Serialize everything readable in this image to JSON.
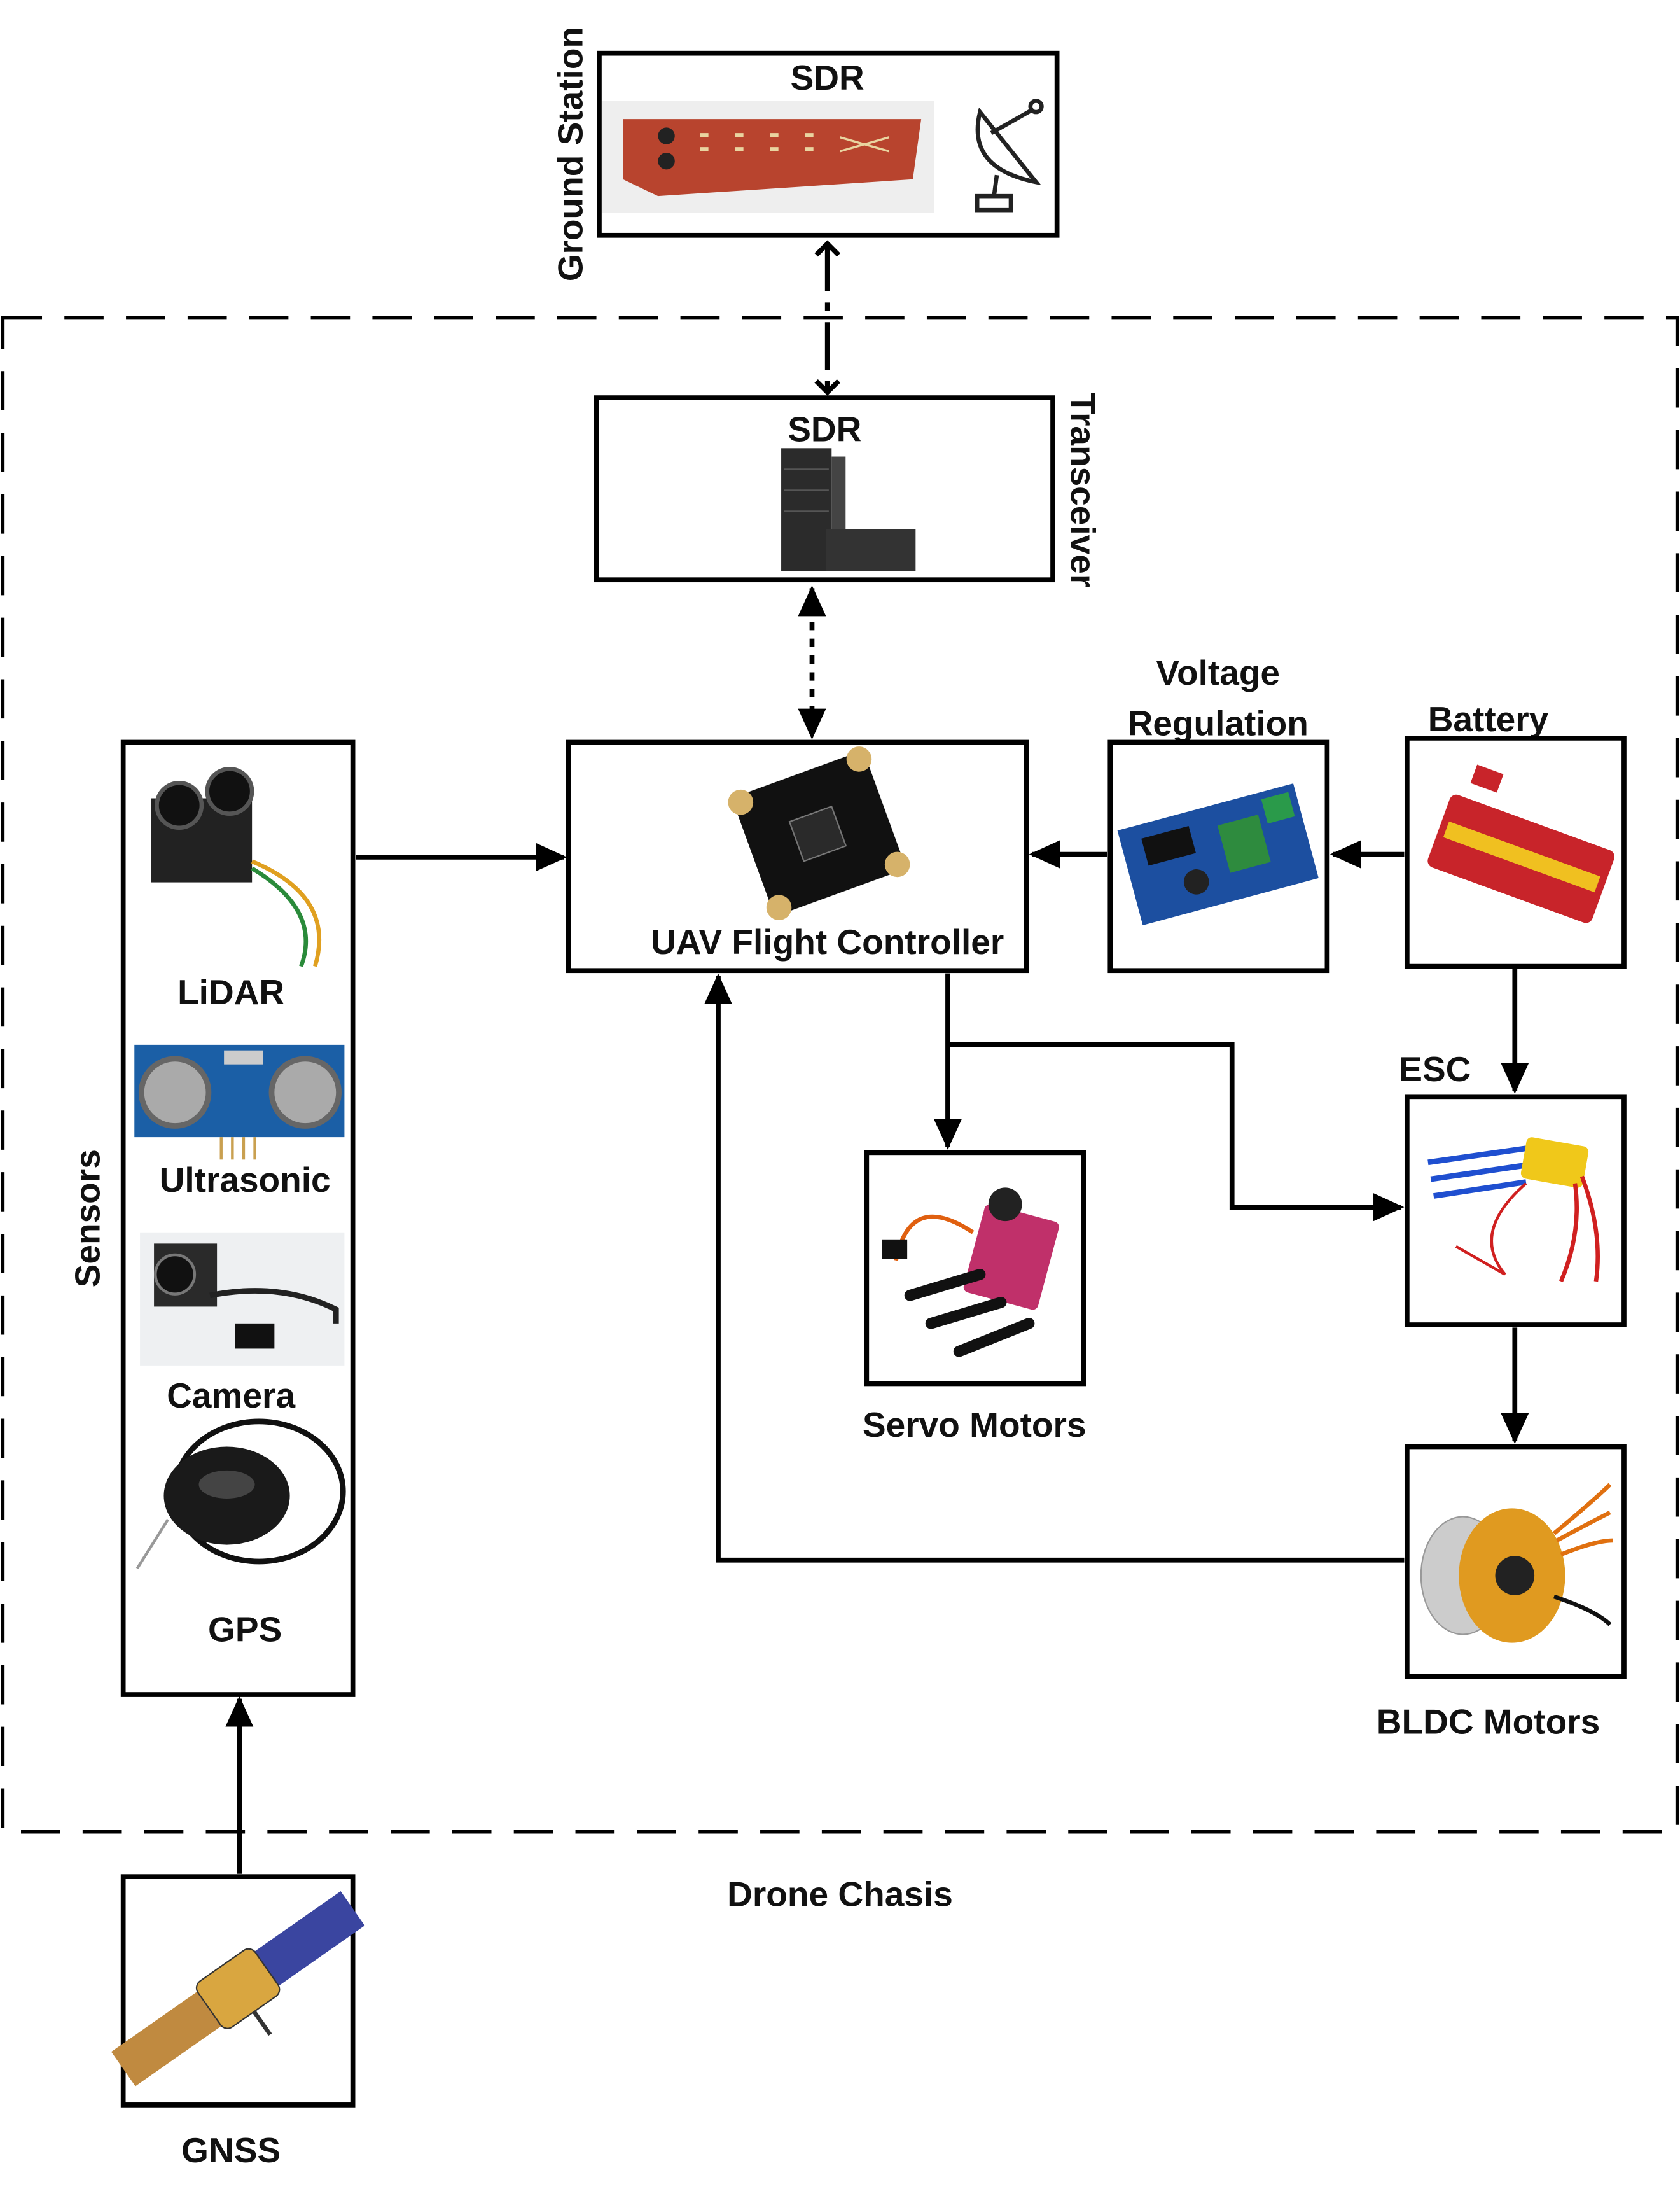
{
  "ground_station": {
    "label": "Ground Station",
    "sdr_title": "SDR",
    "dish_icon": "satellite-dish-icon"
  },
  "transceiver": {
    "label": "Transceiver",
    "sdr_title": "SDR"
  },
  "flight_controller": {
    "label": "UAV Flight Controller"
  },
  "sensors": {
    "label": "Sensors",
    "items": [
      {
        "label": "LiDAR"
      },
      {
        "label": "Ultrasonic"
      },
      {
        "label": "Camera"
      },
      {
        "label": "GPS"
      }
    ]
  },
  "voltage_regulation": {
    "label_line1": "Voltage",
    "label_line2": "Regulation"
  },
  "battery": {
    "label": "Battery"
  },
  "esc": {
    "label": "ESC"
  },
  "servo": {
    "label": "Servo Motors"
  },
  "bldc": {
    "label": "BLDC Motors"
  },
  "chassis": {
    "label": "Drone Chasis"
  },
  "gnss": {
    "label": "GNSS"
  }
}
